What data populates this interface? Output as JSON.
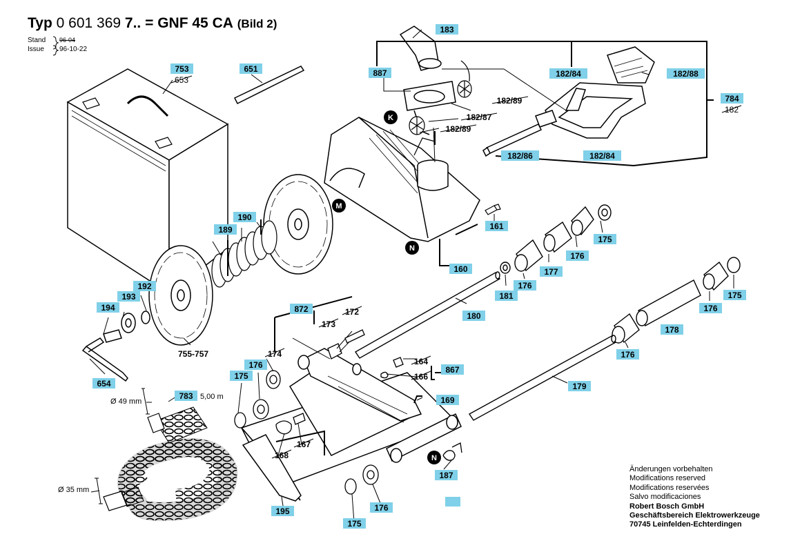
{
  "header": {
    "typ_label": "Typ",
    "type_number": "0 601 369",
    "type_suffix": "7..",
    "equals": "=",
    "model": "GNF 45 CA",
    "bild": "(Bild 2)",
    "stand_label": "Stand",
    "stand_value": "96-04",
    "issue_label": "Issue",
    "issue_value": "96-10-22"
  },
  "callouts": {
    "p183": "183",
    "p887": "887",
    "p182_84a": "182/84",
    "p182_88": "182/88",
    "p784": "784",
    "p182_old": "182",
    "p753": "753",
    "p653": "653",
    "p651": "651",
    "p182_89a": "182/89",
    "p182_87": "182/87",
    "p182_89b": "182/89",
    "p182_86": "182/86",
    "p182_84b": "182/84",
    "p161": "161",
    "p160": "160",
    "p175a": "175",
    "p176a": "176",
    "p177": "177",
    "p176b": "176",
    "p181": "181",
    "p180": "180",
    "p175b": "175",
    "p176c": "176",
    "p178": "178",
    "p176d": "176",
    "p189": "189",
    "p190": "190",
    "p192": "192",
    "p193": "193",
    "p194": "194",
    "p654": "654",
    "p755_757": "755-757",
    "p872": "872",
    "p172": "172",
    "p173": "173",
    "p174": "174",
    "p175c": "175",
    "p176e": "176",
    "p164": "164",
    "p166": "166",
    "p867": "867",
    "p169": "169",
    "p179": "179",
    "p783": "783",
    "hose_length": "5,00 m",
    "dia49": "Ø 49 mm",
    "dia35": "Ø 35 mm",
    "p167": "167",
    "p168": "168",
    "p187": "187",
    "p195": "195",
    "p176f": "176",
    "p175d": "175"
  },
  "markers": {
    "k": "K",
    "m": "M",
    "n1": "N",
    "n2": "N"
  },
  "footer": {
    "line1": "Änderungen vorbehalten",
    "line2": "Modifications reserved",
    "line3": "Modifications reservées",
    "line4": "Salvo modificaciones",
    "line5": "Robert Bosch GmbH",
    "line6": "Geschäftsbereich Elektrowerkzeuge",
    "line7": "70745 Leinfelden-Echterdingen"
  },
  "colors": {
    "label_fill": "#7fd0e8",
    "line": "#000000"
  }
}
